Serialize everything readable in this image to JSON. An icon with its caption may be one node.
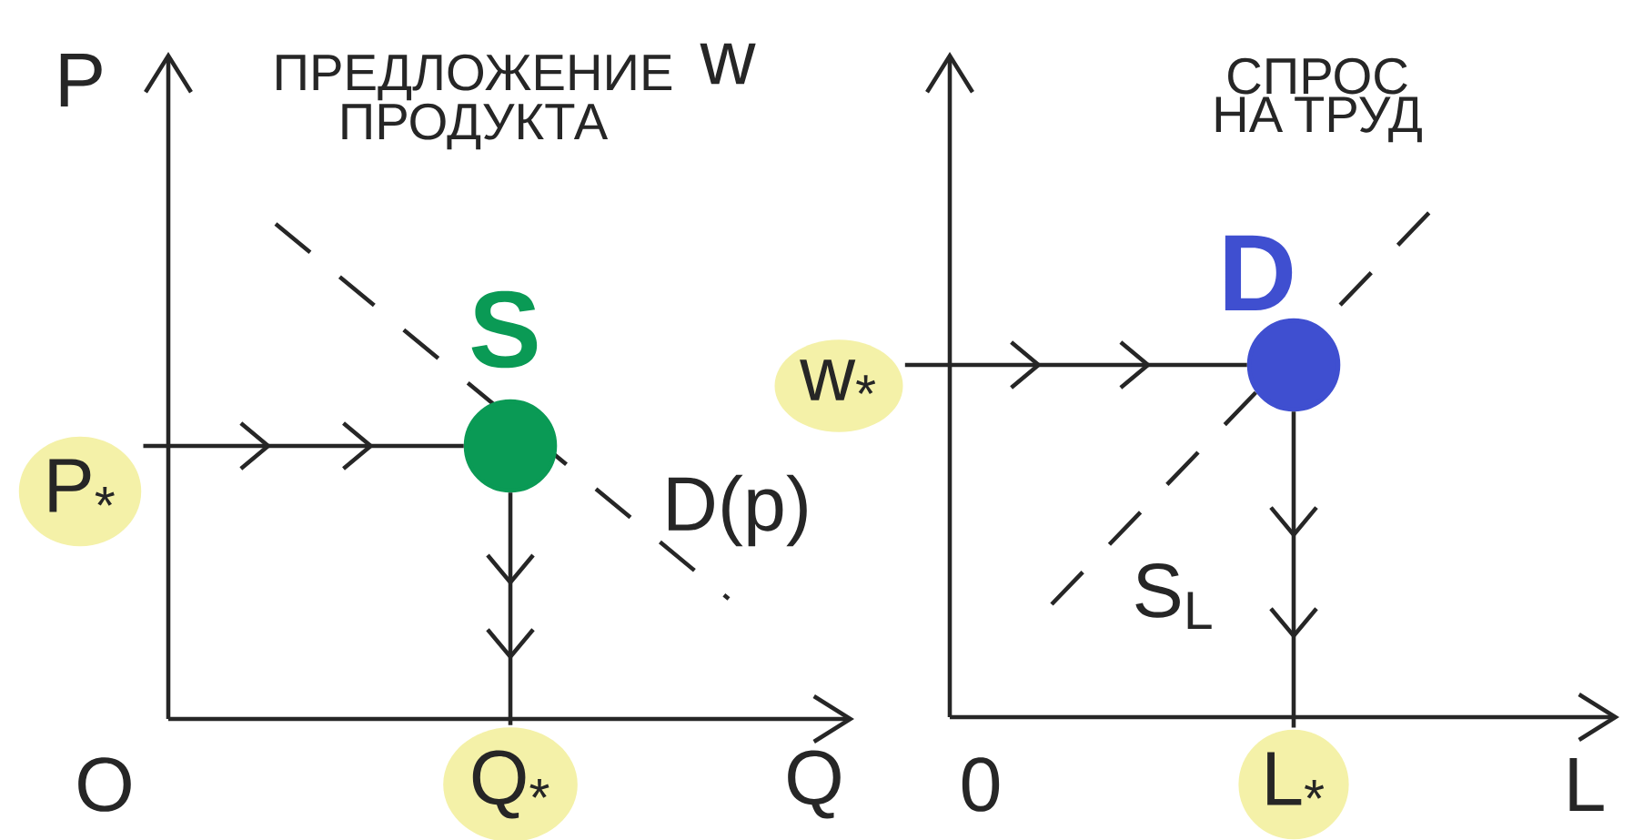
{
  "diagram": {
    "nodes": [
      {
        "text": [
          "P$_{*}$"
        ]
      },
      {
        "text": [],
        "shape": "circle",
        "beside": [
          "S"
        ]
      },
      {
        "text": [
          "Q$_{*}$"
        ]
      },
      {
        "text": [
          "w$_{*}$"
        ]
      },
      {
        "text": [],
        "shape": "circle",
        "beside": [
          "D"
        ]
      },
      {
        "text": [
          "L$_{*}$"
        ]
      }
    ],
    "edges": [
      {
        "from": 0,
        "to": 1,
        "arrow": "to"
      },
      {
        "from": 1,
        "to": 2,
        "arrow": "to"
      },
      {
        "from": 3,
        "to": 4,
        "arrow": "to"
      },
      {
        "from": 4,
        "to": 5,
        "arrow": "to"
      }
    ],
    "labels": [
      "P",
      "ПРЕДЛОЖЕНИЕ ПРОДУКТА",
      "w",
      "СПРОС НА ТРУД",
      "D(p)",
      "S$_{L}$",
      "O",
      "Q",
      "0",
      "L"
    ]
  }
}
